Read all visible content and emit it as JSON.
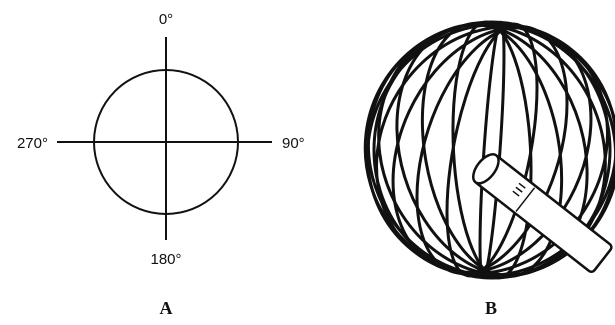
{
  "figure": {
    "panel_a": {
      "label": "A",
      "angles": {
        "top": "0°",
        "right": "90°",
        "bottom": "180°",
        "left": "270°"
      }
    },
    "panel_b": {
      "label": "B"
    }
  }
}
